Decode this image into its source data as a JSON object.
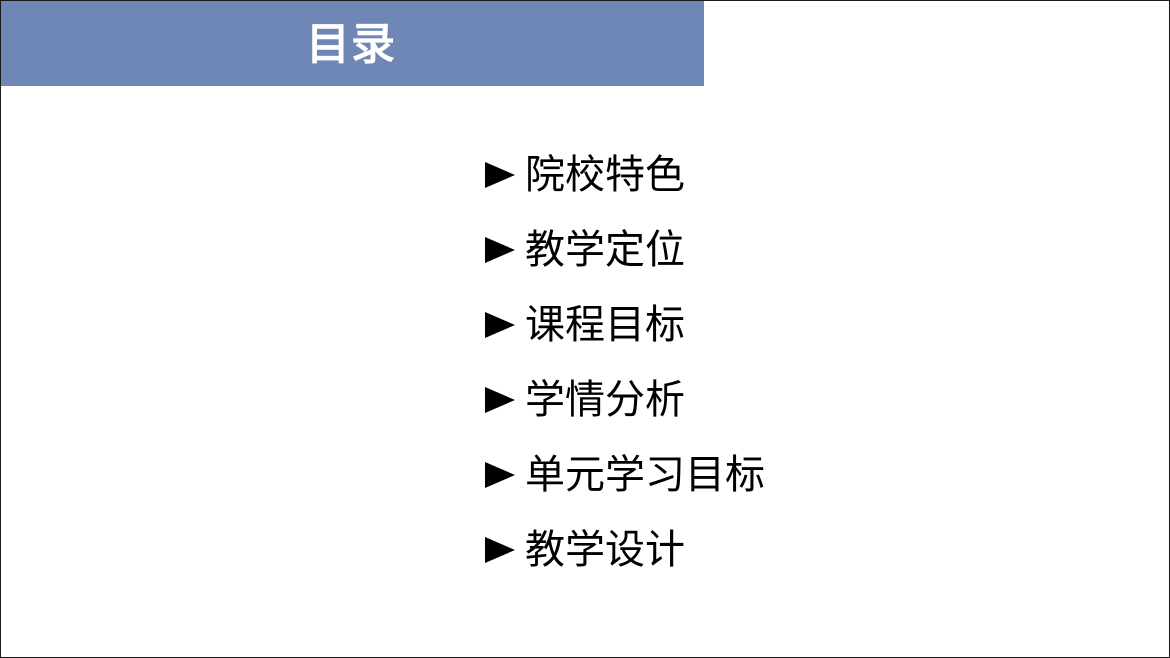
{
  "slide": {
    "title": "目录",
    "items": [
      {
        "label": "院校特色"
      },
      {
        "label": "教学定位"
      },
      {
        "label": "课程目标"
      },
      {
        "label": "学情分析"
      },
      {
        "label": "单元学习目标"
      },
      {
        "label": "教学设计"
      }
    ],
    "colors": {
      "title_bar": "#6f87b7",
      "title_text": "#ffffff",
      "body_text": "#000000"
    },
    "icons": {
      "item_marker": "triangle-right-icon"
    }
  }
}
